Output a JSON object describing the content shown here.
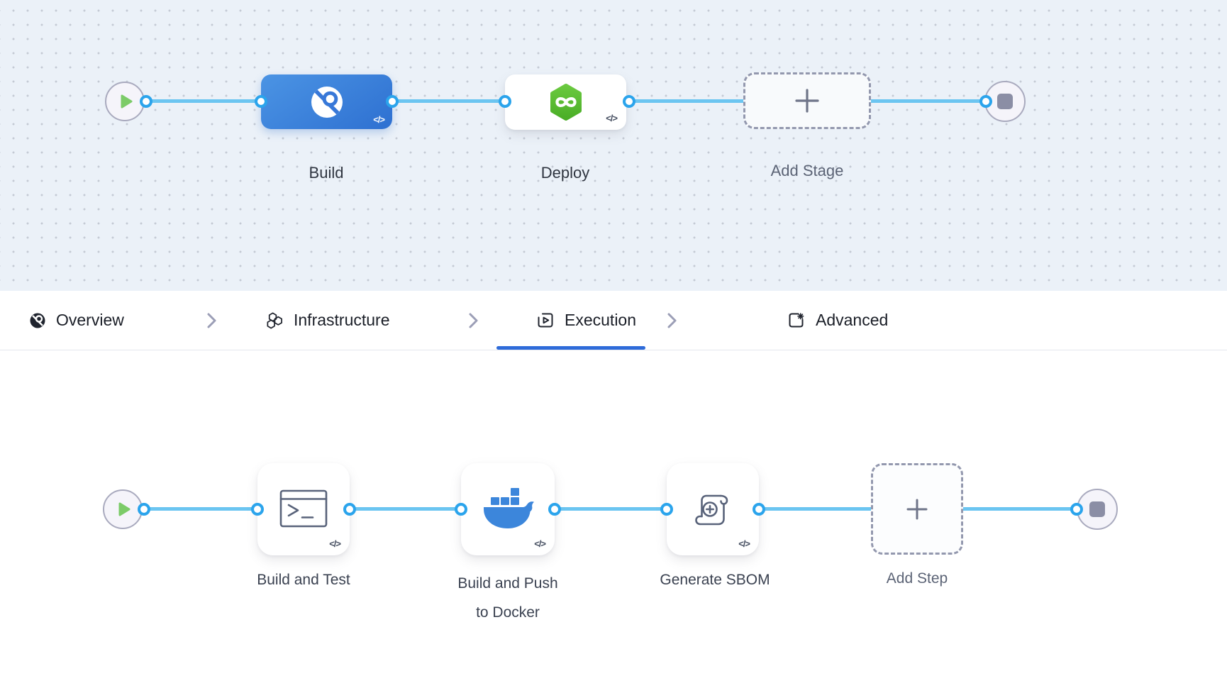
{
  "glyphs": {
    "code": "</>"
  },
  "stage_pipeline": {
    "stages": [
      {
        "id": "build",
        "label": "Build",
        "icon": "ci-circle-icon",
        "selected": true
      },
      {
        "id": "deploy",
        "label": "Deploy",
        "icon": "cd-hexagon-icon",
        "selected": false
      },
      {
        "id": "add-stage",
        "label": "Add Stage",
        "icon": "plus-icon",
        "selected": false
      }
    ]
  },
  "tab_bar": {
    "tabs": [
      {
        "label": "Overview",
        "icon": "ci-circle-icon",
        "active": false
      },
      {
        "label": "Infrastructure",
        "icon": "hexagons-icon",
        "active": false
      },
      {
        "label": "Execution",
        "icon": "play-window-icon",
        "active": true
      },
      {
        "label": "Advanced",
        "icon": "gear-window-icon",
        "active": false
      }
    ]
  },
  "step_pipeline": {
    "steps": [
      {
        "id": "build-and-test",
        "label": "Build and Test",
        "icon": "terminal-icon"
      },
      {
        "id": "build-and-push-to-docker",
        "label": "Build and Push to Docker",
        "label_lines": [
          "Build and Push",
          "to Docker"
        ],
        "icon": "docker-whale-icon"
      },
      {
        "id": "generate-sbom",
        "label": "Generate SBOM",
        "icon": "sbom-scroll-icon"
      },
      {
        "id": "add-step",
        "label": "Add Step",
        "icon": "plus-icon"
      }
    ]
  },
  "colors": {
    "accent_blue": "#2E6BD9",
    "connector_blue": "#6BC5F1",
    "stage_build_blue": "#3B82DC",
    "deploy_green": "#5ABB3A",
    "docker_blue": "#3C86DB",
    "play_green": "#7CCB68",
    "node_gray": "#8B8EA5"
  }
}
